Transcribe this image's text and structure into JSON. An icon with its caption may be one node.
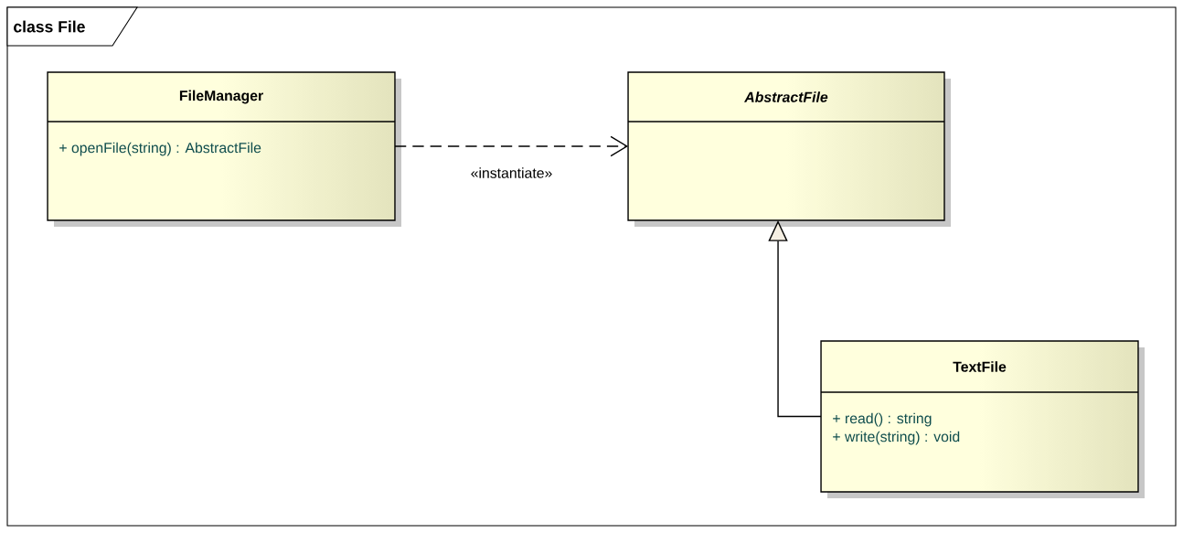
{
  "diagram": {
    "title": "class File",
    "nodes": [
      {
        "text": [
          "FileManager",
          "+ openFile(string) : AbstractFile"
        ]
      },
      {
        "text": [
          "AbstractFile"
        ]
      },
      {
        "text": [
          "TextFile",
          "+ read() : string",
          "+ write(string) : void"
        ]
      }
    ],
    "edges": [
      {
        "from": 0,
        "to": 1,
        "arrow": "to",
        "style": "dashed",
        "label": "«instantiate»"
      },
      {
        "from": 2,
        "to": 1,
        "arrow": "to"
      }
    ]
  }
}
